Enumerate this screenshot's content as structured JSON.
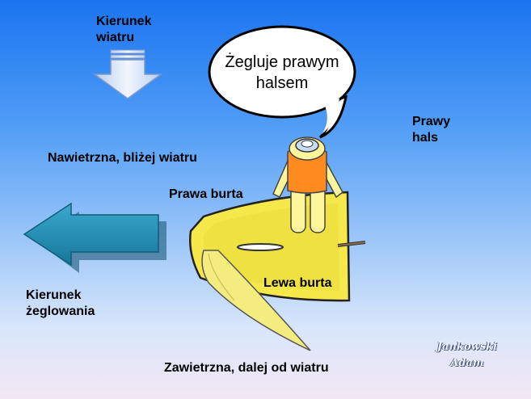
{
  "labels": {
    "wind_direction_line1": "Kierunek",
    "wind_direction_line2": "wiatru",
    "speech_line1": "Żegluje prawym",
    "speech_line2": "halsem",
    "tack_line1": "Prawy",
    "tack_line2": "hals",
    "windward": "Nawietrzna, bliżej wiatru",
    "starboard_side": "Prawa burta",
    "port_side": "Lewa burta",
    "sailing_direction_line1": "Kierunek",
    "sailing_direction_line2": "żeglowania",
    "leeward": "Zawietrzna, dalej od  wiatru"
  },
  "signature": {
    "line1": "Jankowski",
    "line2": "Adam"
  },
  "colors": {
    "sky_top": "#1b74f0",
    "sky_bottom": "#f4e7f4",
    "wind_arrow": "#dfe9fb",
    "sailing_arrow": "#1e8fb4",
    "hull": "#f5e84a",
    "sail": "#f5ec80",
    "shirt": "#ff8a1e",
    "body": "#fff59a"
  }
}
